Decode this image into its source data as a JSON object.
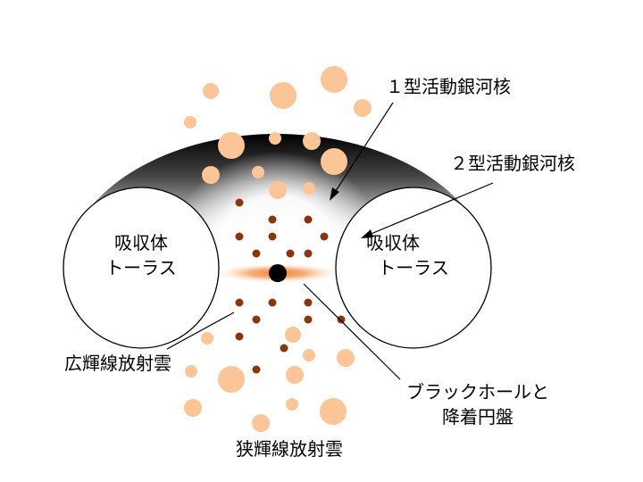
{
  "labels": {
    "type1": "１型活動銀河核",
    "type2": "２型活動銀河核",
    "torus_left_line1": "吸収体",
    "torus_left_line2": "トーラス",
    "torus_right_line1": "吸収体",
    "torus_right_line2": "トーラス",
    "blr": "広輝線放射雲",
    "bh_line1": "ブラックホールと",
    "bh_line2": "降着円盤",
    "nlr": "狭輝線放射雲"
  },
  "colors": {
    "nlr_cloud": "#fbc598",
    "blr_cloud": "#8a3512",
    "disk": "#f39a5c",
    "black_hole": "#000000",
    "torus_dark": "#000000",
    "torus_light": "#ffffff"
  }
}
